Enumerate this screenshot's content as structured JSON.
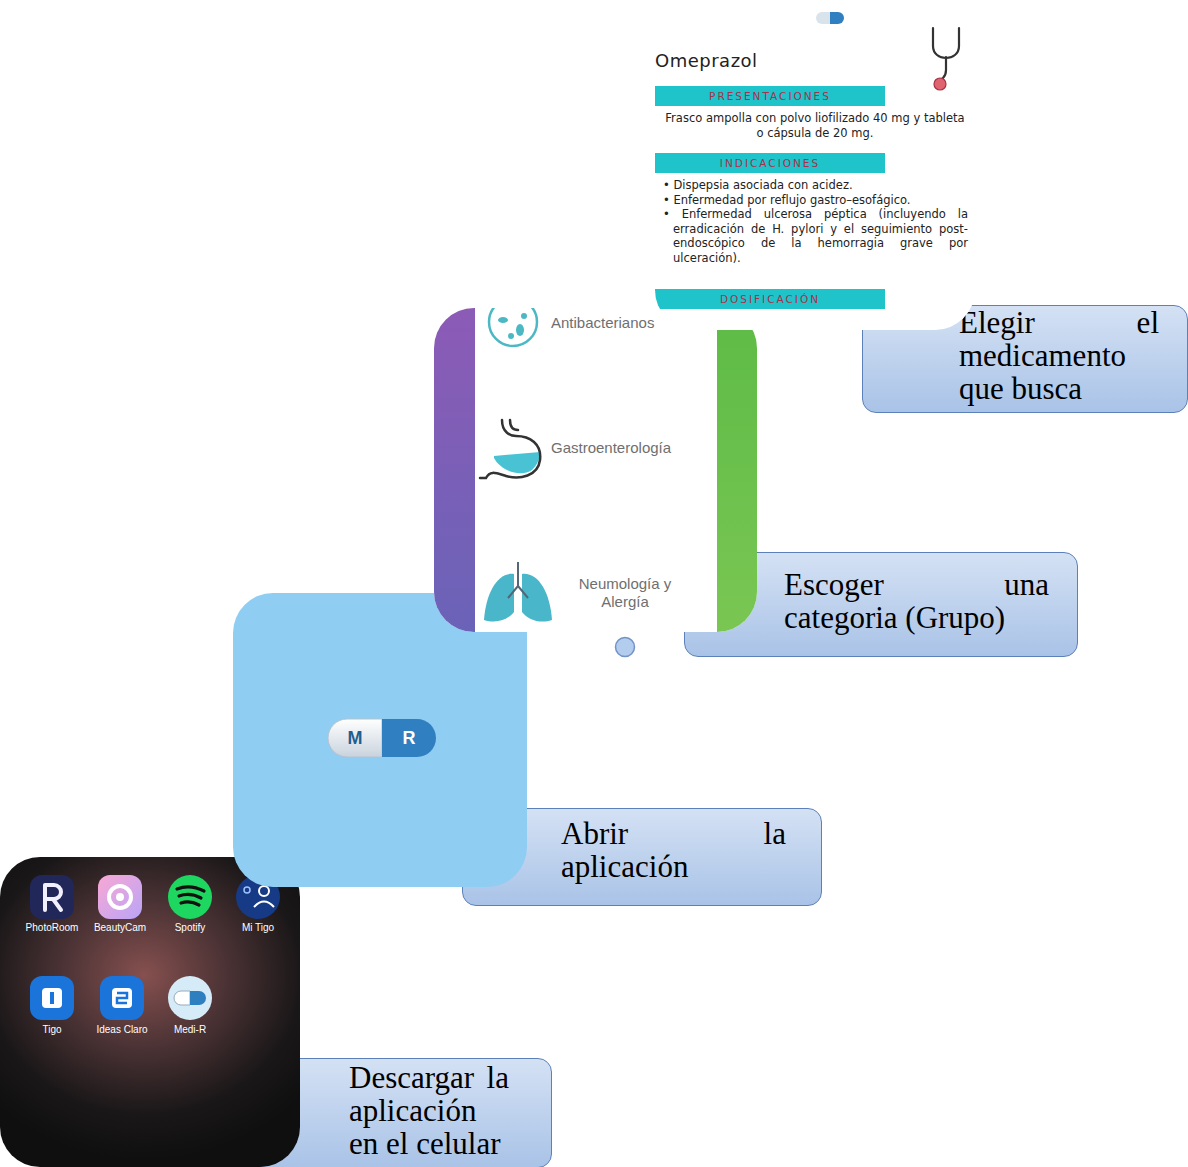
{
  "diagram": {
    "nodes": [
      {
        "text": [
          "PhotoRoom",
          "BeautyCam",
          "Spotify",
          "Mi Tigo",
          "Tigo",
          "Ideas Claro",
          "Medi-R"
        ]
      },
      {
        "text": [
          "Descargar la aplicación en el celular"
        ]
      },
      {
        "text": [
          "M",
          "R"
        ]
      },
      {
        "text": [
          "Abrir la aplicación"
        ]
      },
      {
        "text": [
          "Antibacterianos",
          "Gastroenterología",
          "Neumología y Alergía"
        ]
      },
      {
        "text": [
          "Escoger una categoria (Grupo)"
        ]
      },
      {
        "text": [
          "Omeprazol",
          "PRESENTACIONES",
          "Frasco ampolla con polvo liofilizado 40 mg y tableta o cápsula de 20 mg.",
          "INDICACIONES",
          "• Dispepsia asociada con acidez.",
          "• Enfermedad por reflujo gastro–esofágico.",
          "• Enfermedad ulcerosa péptica (incluyendo la erradicación de H. pylori y el seguimiento post-endoscópico de la hemorragia grave por ulceración).",
          "DOSIFICACIÓN"
        ]
      },
      {
        "text": [
          "Elegir el medicamento que busca"
        ]
      }
    ]
  }
}
